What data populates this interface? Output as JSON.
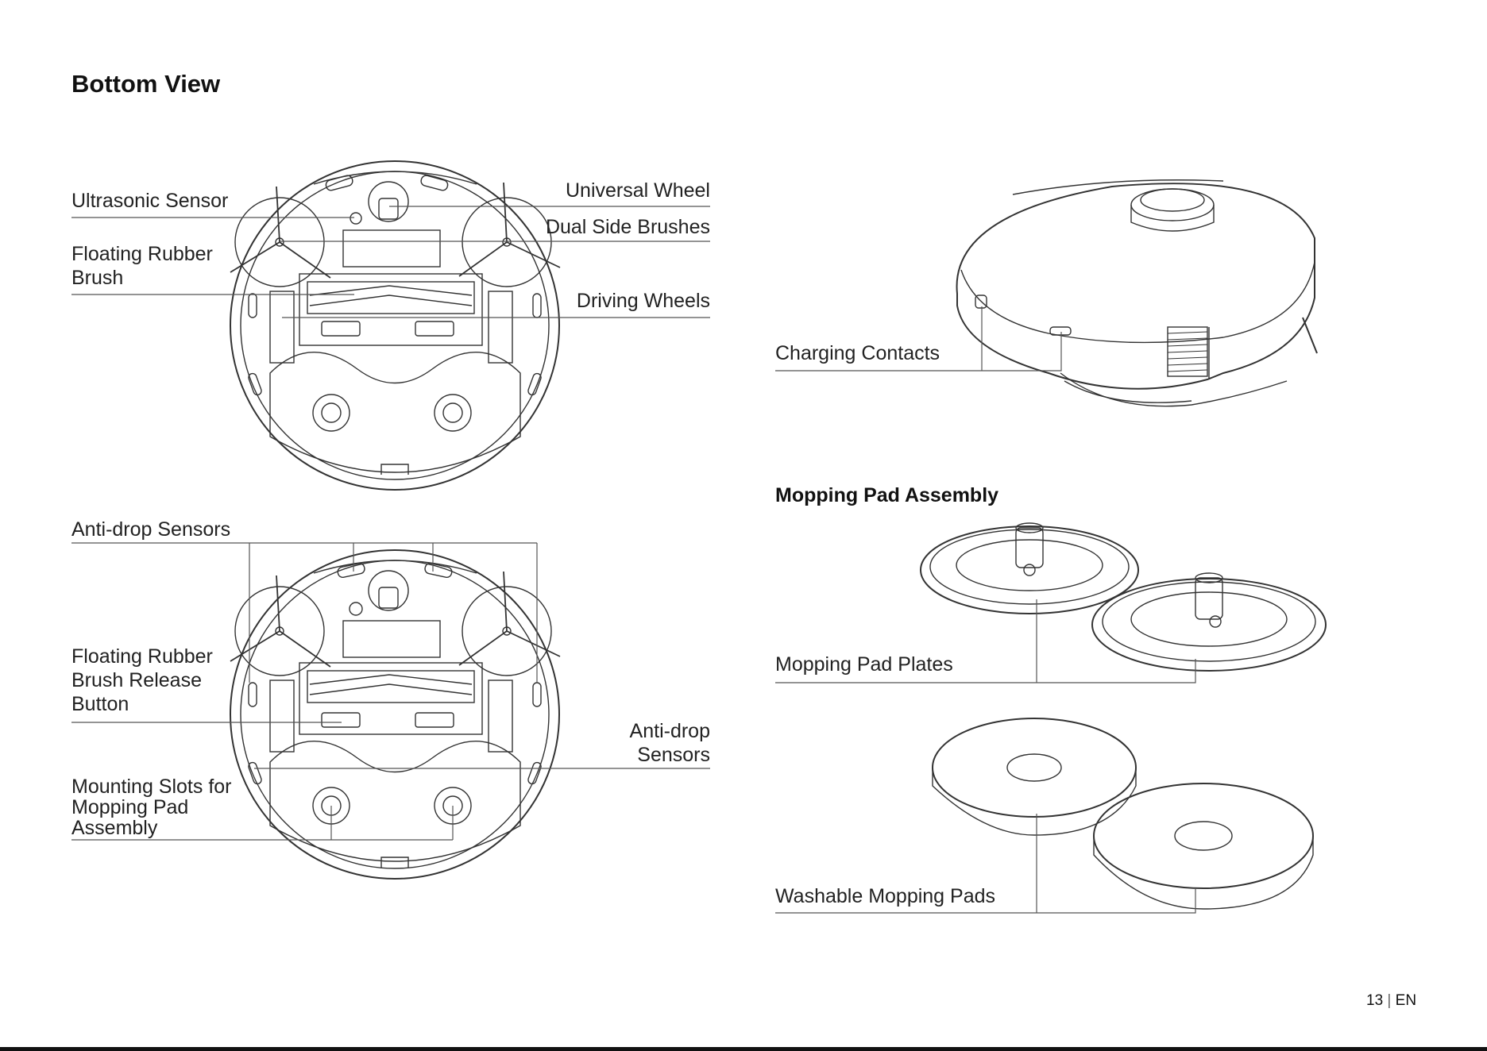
{
  "page": {
    "title": "Bottom View",
    "page_number": "13",
    "language": "EN"
  },
  "bottom_view_top": {
    "labels": {
      "ultrasonic_sensor": "Ultrasonic Sensor",
      "floating_rubber_brush": "Floating Rubber Brush",
      "universal_wheel": "Universal Wheel",
      "dual_side_brushes": "Dual Side Brushes",
      "driving_wheels": "Driving Wheels"
    }
  },
  "bottom_view_bottom": {
    "labels": {
      "anti_drop_sensors_top": "Anti-drop Sensors",
      "floating_rubber_brush_release_button": "Floating Rubber Brush Release Button",
      "anti_drop_sensors_right": "Anti-drop Sensors",
      "mounting_slots": "Mounting Slots for Mopping Pad Assembly"
    }
  },
  "side_view": {
    "labels": {
      "charging_contacts": "Charging Contacts"
    }
  },
  "mopping_pad_assembly": {
    "heading": "Mopping Pad Assembly",
    "labels": {
      "mopping_pad_plates": "Mopping Pad Plates",
      "washable_mopping_pads": "Washable Mopping Pads"
    }
  },
  "colors": {
    "line": "#333333",
    "text": "#222222"
  }
}
